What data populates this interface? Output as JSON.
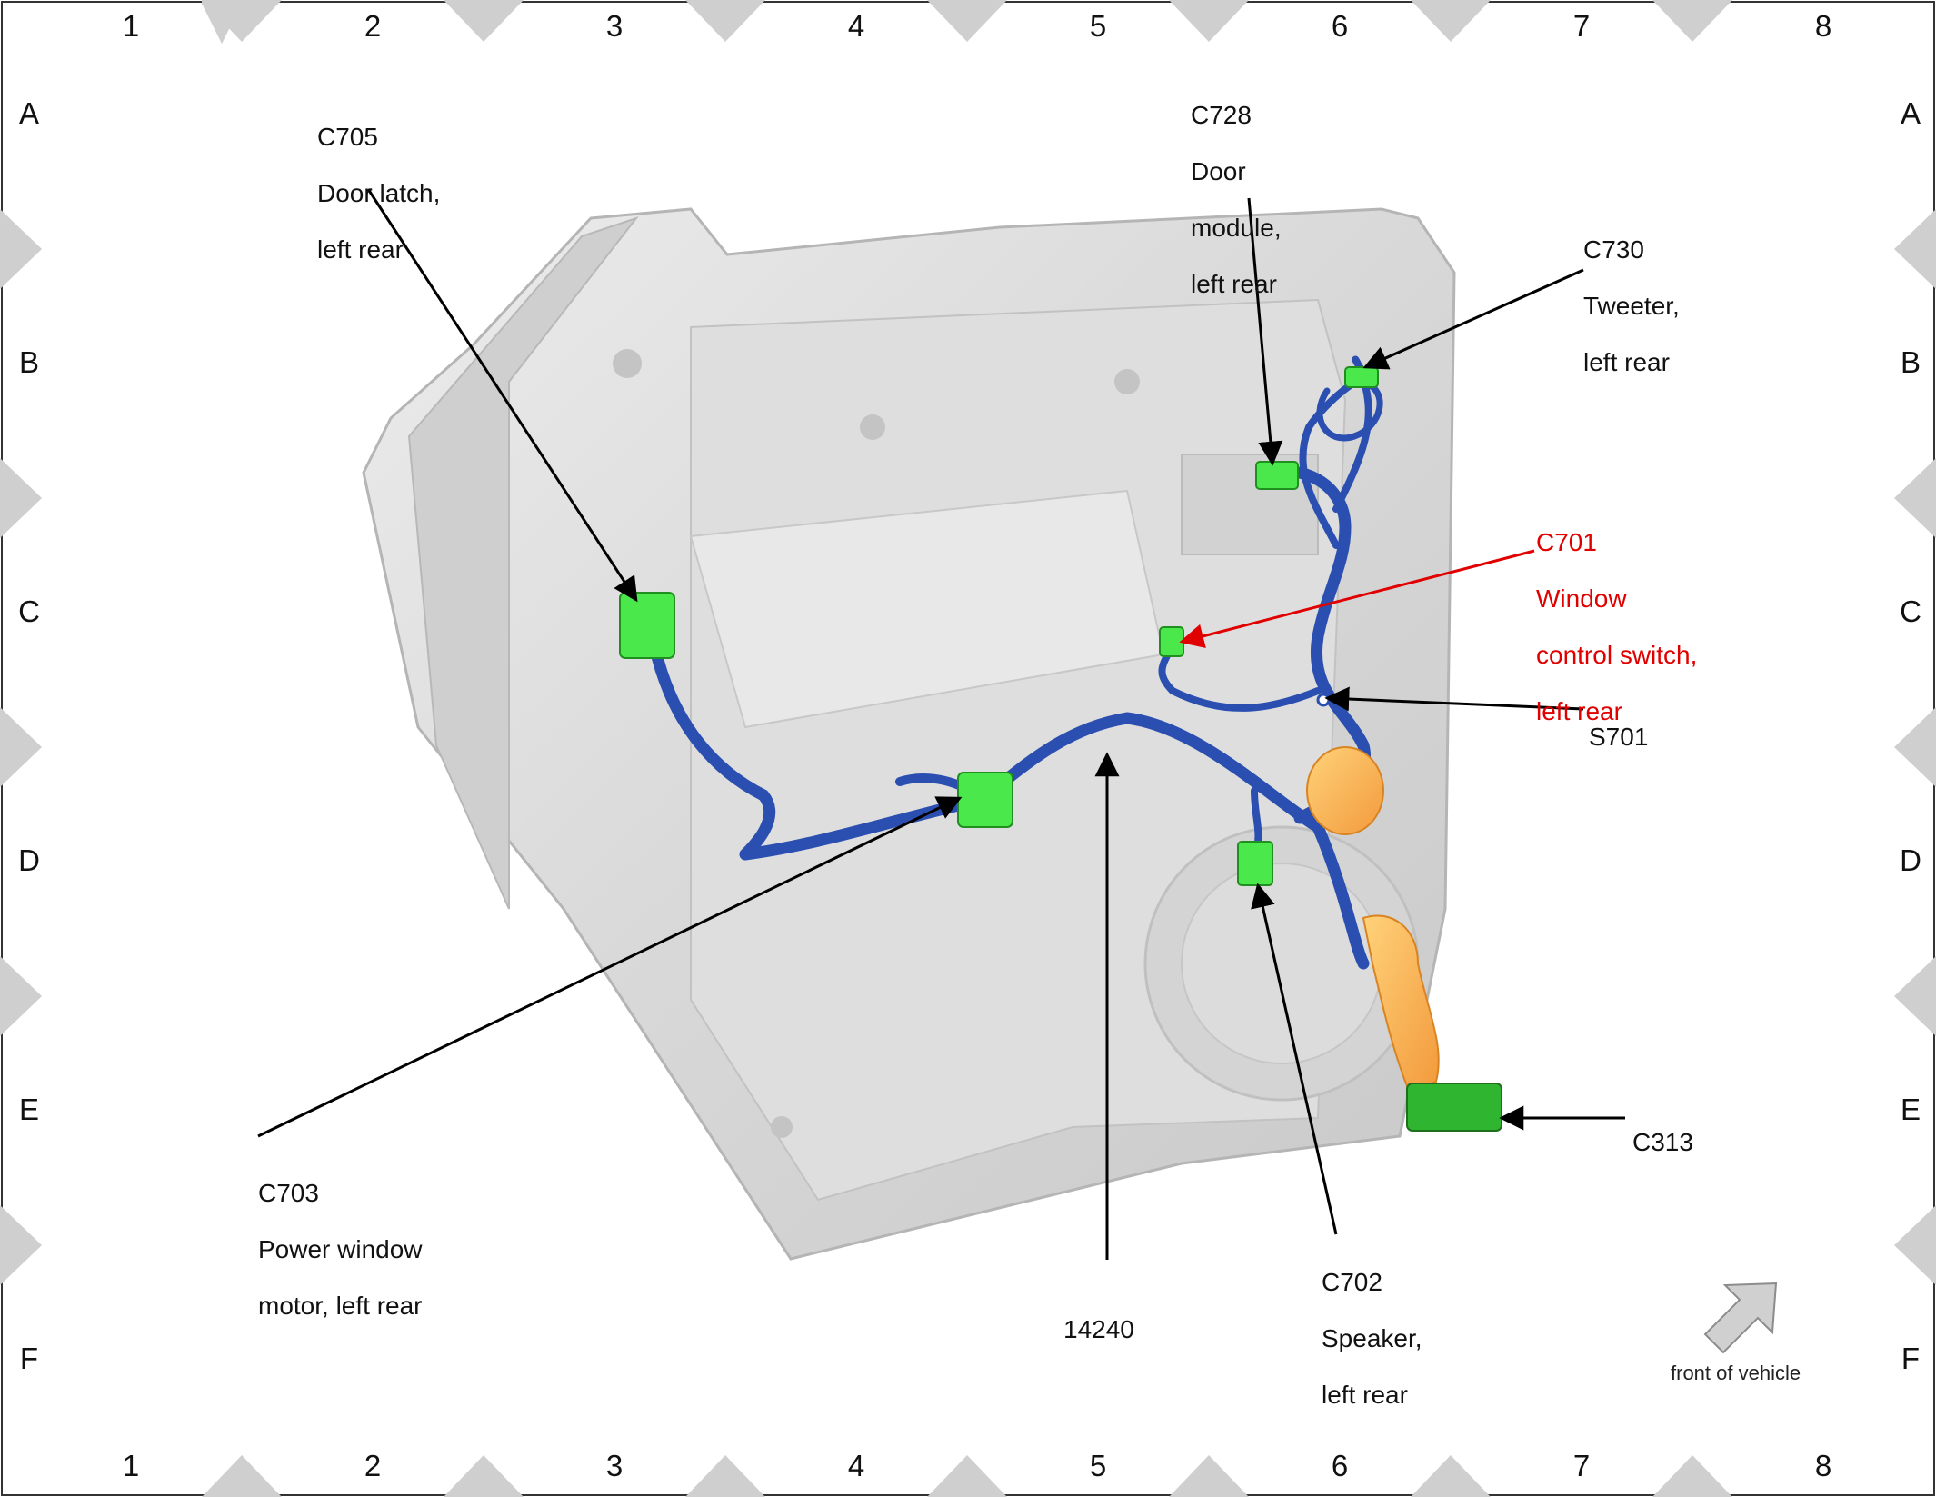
{
  "grid": {
    "columns": [
      "1",
      "2",
      "3",
      "4",
      "5",
      "6",
      "7",
      "8"
    ],
    "rows": [
      "A",
      "B",
      "C",
      "D",
      "E",
      "F"
    ]
  },
  "callouts": {
    "c705": {
      "code": "C705",
      "line1": "Door latch,",
      "line2": "left rear"
    },
    "c728": {
      "code": "C728",
      "line1": "Door",
      "line2": "module,",
      "line3": "left rear"
    },
    "c730": {
      "code": "C730",
      "line1": "Tweeter,",
      "line2": "left rear"
    },
    "c701": {
      "code": "C701",
      "line1": "Window",
      "line2": "control switch,",
      "line3": "left rear"
    },
    "s701": {
      "code": "S701"
    },
    "c703": {
      "code": "C703",
      "line1": "Power window",
      "line2": "motor, left rear"
    },
    "h14240": {
      "code": "14240"
    },
    "c702": {
      "code": "C702",
      "line1": "Speaker,",
      "line2": "left rear"
    },
    "c313": {
      "code": "C313"
    }
  },
  "orientation": {
    "label": "front of vehicle"
  },
  "colors": {
    "door_panel": "#d9d9d9",
    "harness": "#2a4fb0",
    "connector": "#4be84b",
    "connector_dark": "#1f8f1f",
    "grommet": "#f5a650",
    "highlight_text": "#e10000"
  }
}
